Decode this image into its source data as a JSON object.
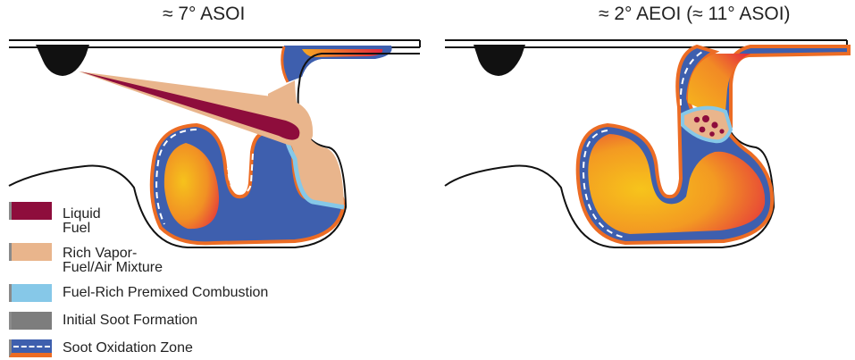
{
  "panels": [
    {
      "title": "≈ 7° ASOI"
    },
    {
      "title": "≈ 2° AEOI (≈ 11° ASOI)"
    }
  ],
  "legend": [
    {
      "line1": "Liquid",
      "line2": "Fuel",
      "color": "#8e0d3c",
      "icon": "liquid-fuel-swatch"
    },
    {
      "line1": "Rich Vapor-",
      "line2": "Fuel/Air Mixture",
      "color": "#e9b58c",
      "icon": "rich-vapor-swatch"
    },
    {
      "line1": "Fuel-Rich Premixed Combustion",
      "line2": "",
      "color": "#86c8e8",
      "icon": "premixed-combustion-swatch"
    },
    {
      "line1": "Initial Soot Formation",
      "line2": "",
      "color": "#7d7d7d",
      "icon": "soot-formation-swatch"
    },
    {
      "line1": "Soot Oxidation Zone",
      "line2": "",
      "color": "#3e5fae",
      "icon": "soot-oxidation-swatch"
    }
  ],
  "colors": {
    "hot_inner": "#f5b21c",
    "hot_outer": "#e8323a",
    "soot_oxidation_blue": "#3e5fae",
    "soot_oxidation_orange": "#ec6c24",
    "rich_vapor": "#e9b58c",
    "premixed": "#86c8e8",
    "liquid_fuel": "#8e0d3c"
  }
}
